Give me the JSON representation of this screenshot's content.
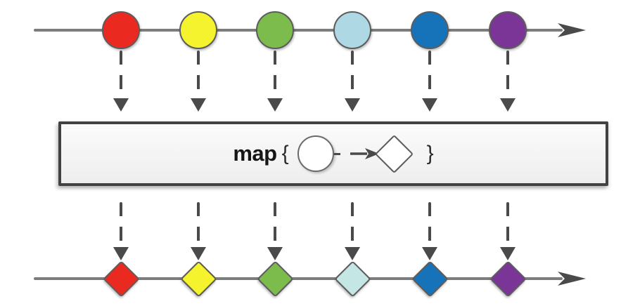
{
  "diagram": {
    "type": "marble-diagram",
    "operator": {
      "name": "map",
      "open_brace": "{",
      "close_brace": "}"
    },
    "source_marbles": [
      {
        "name": "red",
        "shape": "circle",
        "color": "#ea2a21"
      },
      {
        "name": "yellow",
        "shape": "circle",
        "color": "#f4f32e"
      },
      {
        "name": "green",
        "shape": "circle",
        "color": "#7bbc4d"
      },
      {
        "name": "light-blue",
        "shape": "circle",
        "color": "#aed8e3"
      },
      {
        "name": "blue",
        "shape": "circle",
        "color": "#1672b9"
      },
      {
        "name": "purple",
        "shape": "circle",
        "color": "#7b3597"
      }
    ],
    "output_marbles": [
      {
        "name": "red",
        "shape": "diamond",
        "color": "#ea2a21"
      },
      {
        "name": "yellow",
        "shape": "diamond",
        "color": "#f4f32e"
      },
      {
        "name": "green",
        "shape": "diamond",
        "color": "#7bbc4d"
      },
      {
        "name": "light-blue",
        "shape": "diamond",
        "color": "#c4e7e6"
      },
      {
        "name": "blue",
        "shape": "diamond",
        "color": "#1672b9"
      },
      {
        "name": "purple",
        "shape": "diamond",
        "color": "#7b3597"
      }
    ],
    "colors": {
      "timeline": "#7d7d7d",
      "connector": "#4a4a4a",
      "box_border": "#424242",
      "marble_border": "#5c5c5c",
      "background": "#ffffff"
    }
  }
}
